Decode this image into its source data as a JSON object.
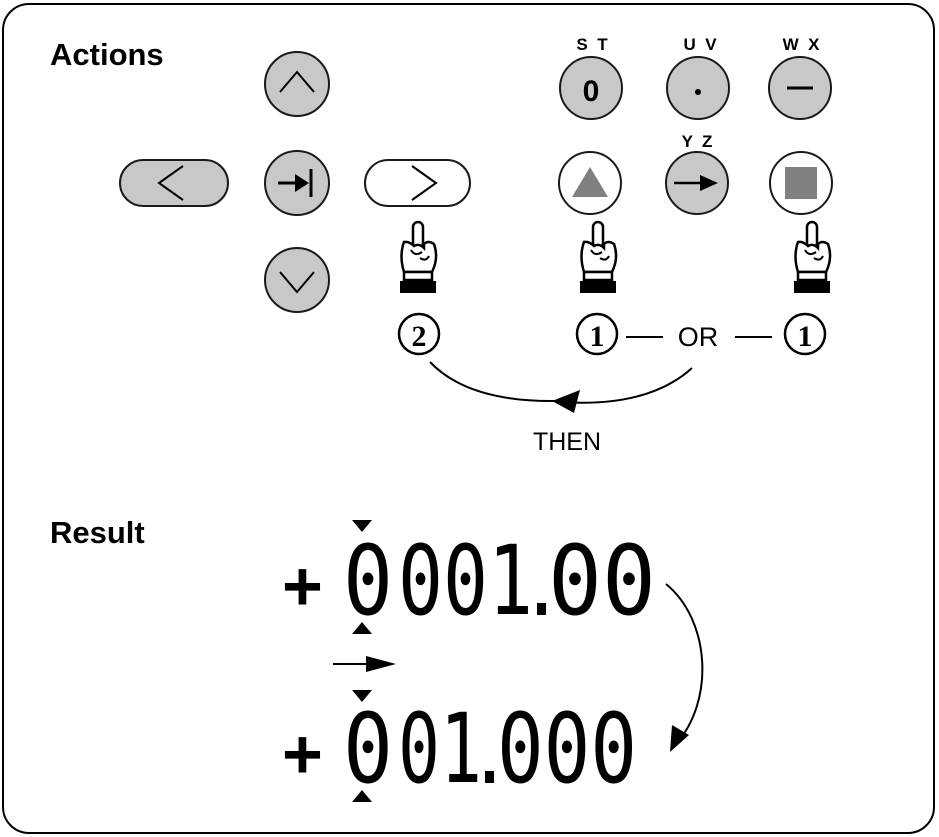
{
  "actions": {
    "heading": "Actions",
    "key_labels": {
      "key_zero": "0",
      "key_st_legend": "S  T",
      "key_uv_legend": "U  V",
      "key_wx_legend": "W  X",
      "key_yz_legend": "Y  Z"
    },
    "steps": {
      "step_right": "2",
      "step_up": "1",
      "step_stop": "1",
      "or": "OR",
      "then": "THEN"
    }
  },
  "result": {
    "heading": "Result",
    "before": {
      "sign": "+",
      "digit1": "0",
      "digits_int_rest": "001",
      "decimals": "00"
    },
    "after": {
      "sign": "+",
      "digit1": "0",
      "digits_int_rest": "01",
      "decimals": "000"
    }
  },
  "colors": {
    "key_fill": "#c8c8c8",
    "key_white": "#ffffff",
    "stroke": "#1a1a1a"
  }
}
